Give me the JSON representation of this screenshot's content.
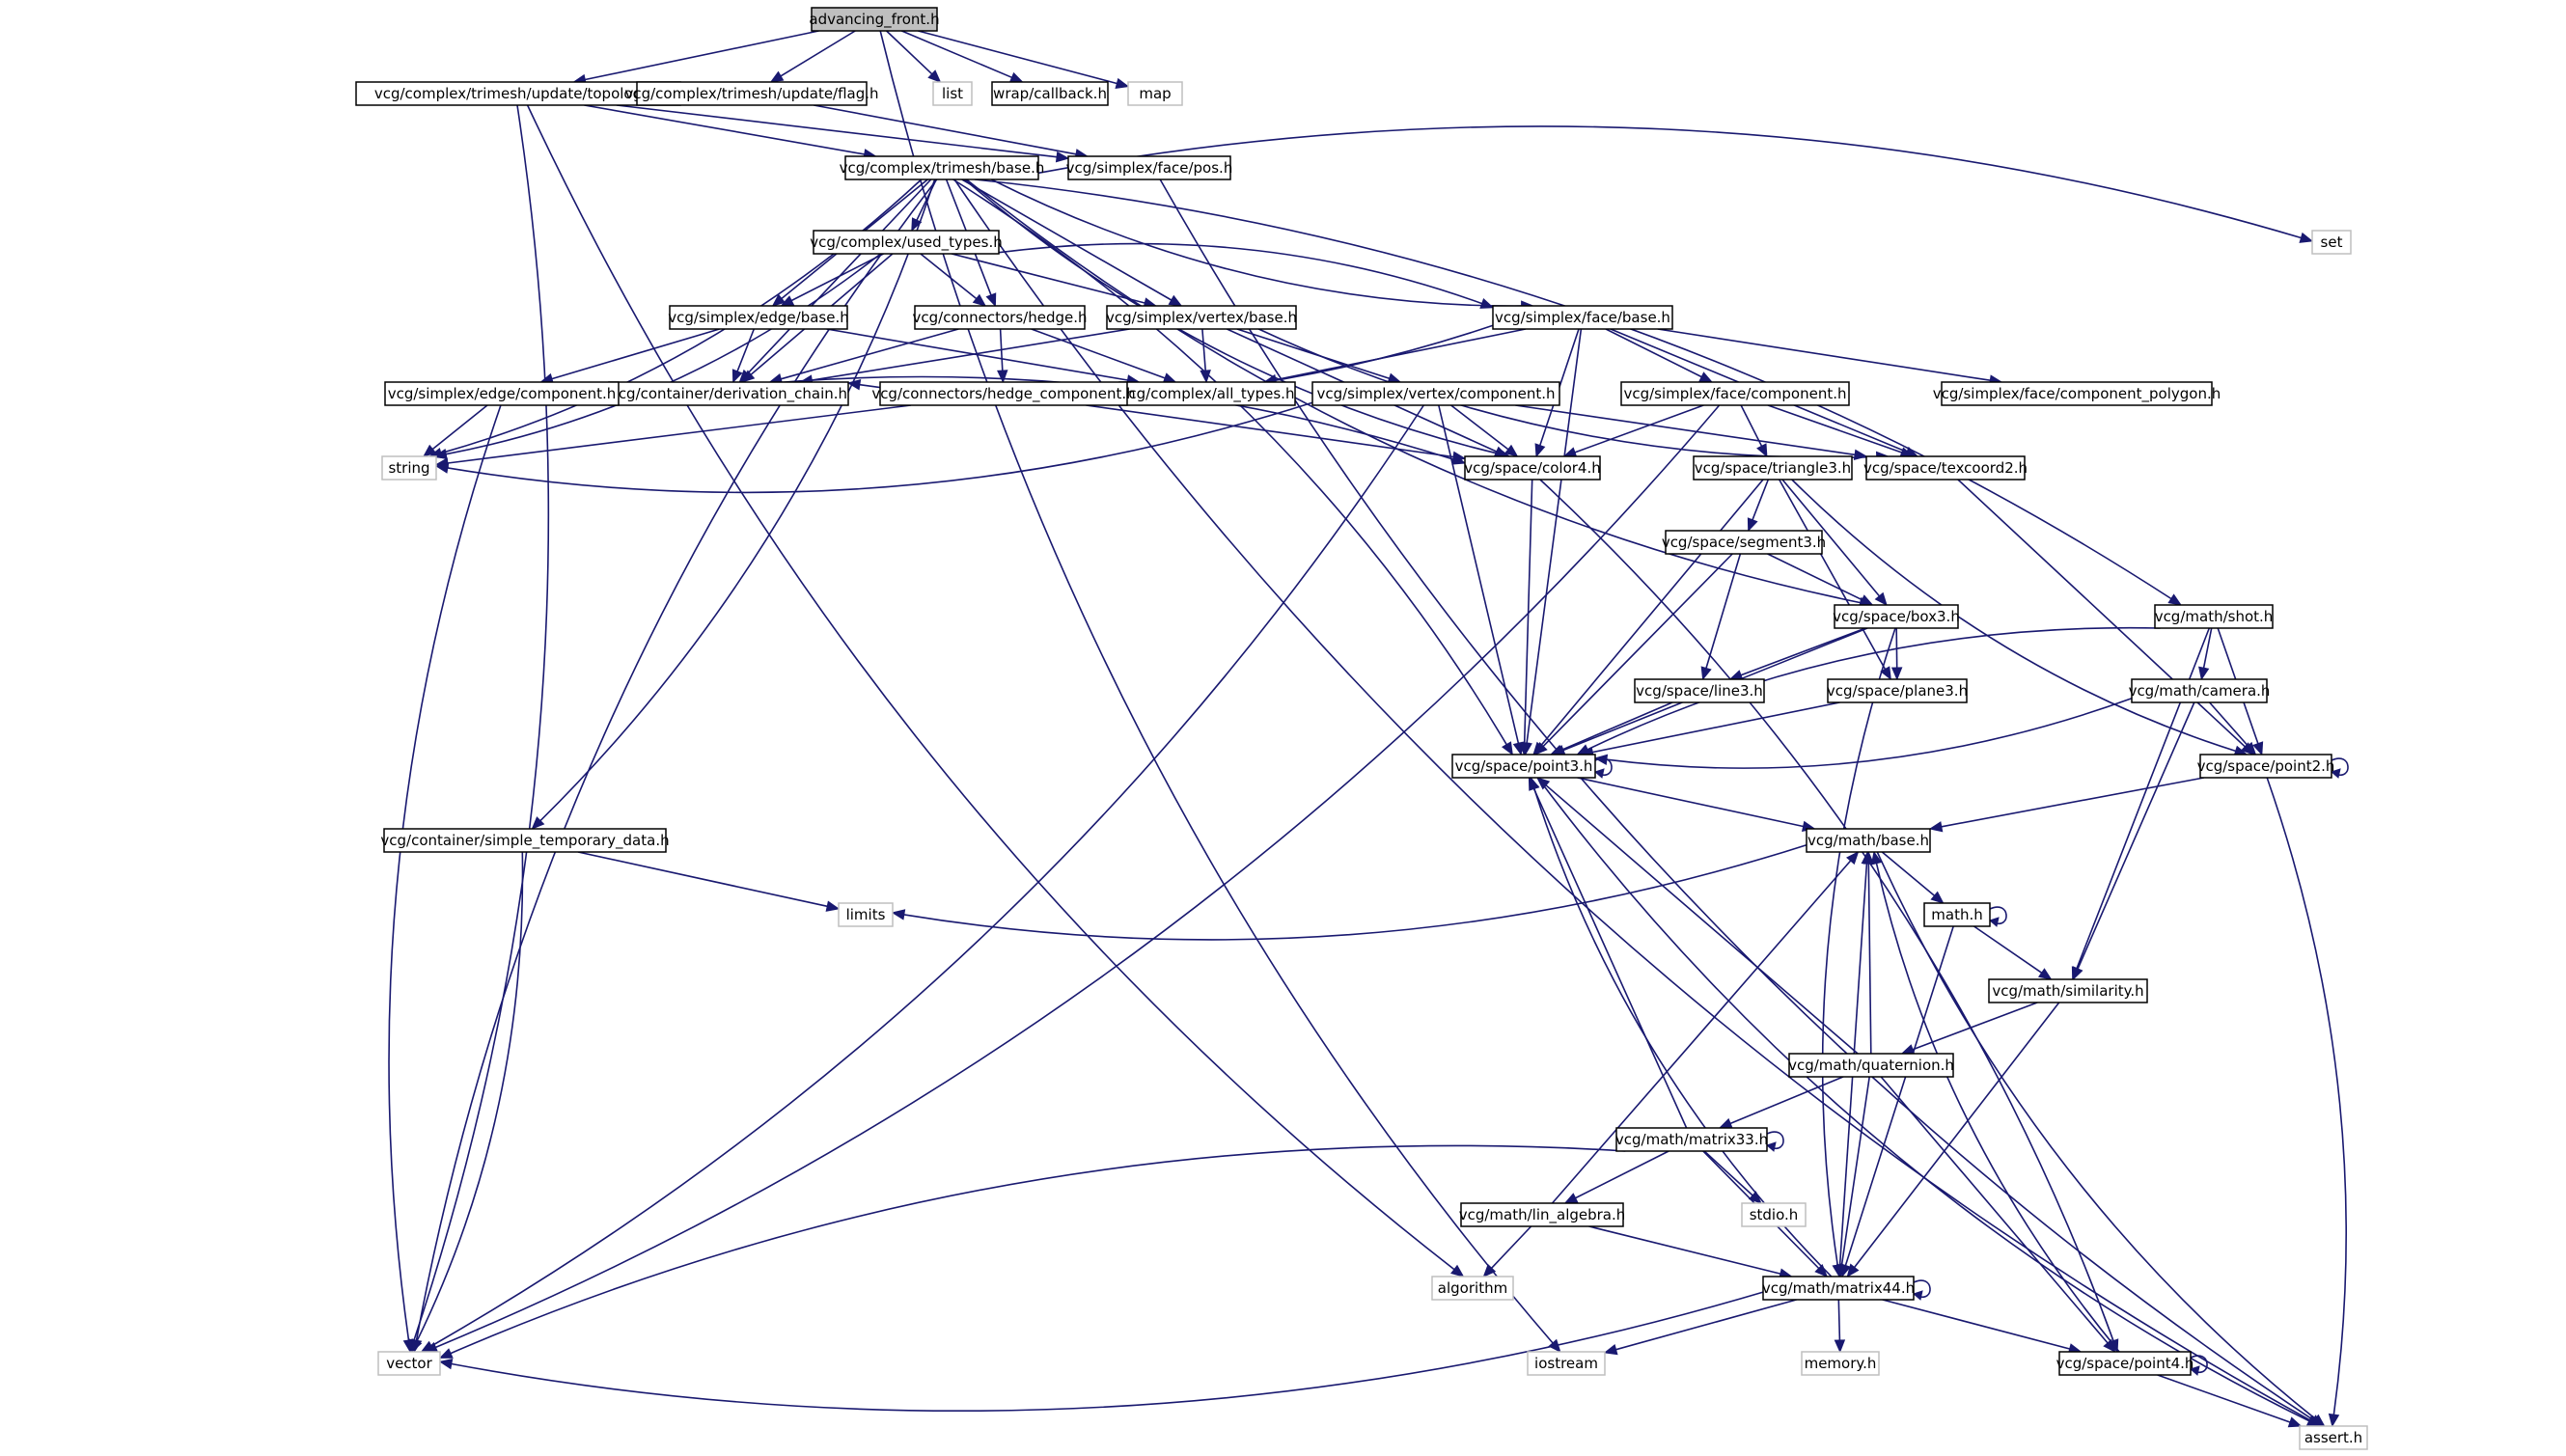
{
  "graph": {
    "edge_color": "#191970",
    "root_fill": "#bfbfbf",
    "system_border": "#bfbfbf",
    "nodes": [
      {
        "id": "advancing_front",
        "label": "advancing_front.h",
        "kind": "root"
      },
      {
        "id": "topology",
        "label": "vcg/complex/trimesh/update/topology.h",
        "kind": "project"
      },
      {
        "id": "flag",
        "label": "vcg/complex/trimesh/update/flag.h",
        "kind": "project"
      },
      {
        "id": "list",
        "label": "list",
        "kind": "system"
      },
      {
        "id": "callback",
        "label": "wrap/callback.h",
        "kind": "project"
      },
      {
        "id": "map",
        "label": "map",
        "kind": "system"
      },
      {
        "id": "trimesh_base",
        "label": "vcg/complex/trimesh/base.h",
        "kind": "project"
      },
      {
        "id": "face_pos",
        "label": "vcg/simplex/face/pos.h",
        "kind": "project"
      },
      {
        "id": "set",
        "label": "set",
        "kind": "system"
      },
      {
        "id": "used_types",
        "label": "vcg/complex/used_types.h",
        "kind": "project"
      },
      {
        "id": "face_base",
        "label": "vcg/simplex/face/base.h",
        "kind": "project"
      },
      {
        "id": "edge_base",
        "label": "vcg/simplex/edge/base.h",
        "kind": "project"
      },
      {
        "id": "hedge",
        "label": "vcg/connectors/hedge.h",
        "kind": "project"
      },
      {
        "id": "vertex_base",
        "label": "vcg/simplex/vertex/base.h",
        "kind": "project"
      },
      {
        "id": "derivation_chain",
        "label": "vcg/container/derivation_chain.h",
        "kind": "project"
      },
      {
        "id": "all_types",
        "label": "vcg/complex/all_types.h",
        "kind": "project"
      },
      {
        "id": "edge_component",
        "label": "vcg/simplex/edge/component.h",
        "kind": "project"
      },
      {
        "id": "hedge_component",
        "label": "vcg/connectors/hedge_component.h",
        "kind": "project"
      },
      {
        "id": "vertex_component",
        "label": "vcg/simplex/vertex/component.h",
        "kind": "project"
      },
      {
        "id": "face_component",
        "label": "vcg/simplex/face/component.h",
        "kind": "project"
      },
      {
        "id": "face_component_polygon",
        "label": "vcg/simplex/face/component_polygon.h",
        "kind": "project"
      },
      {
        "id": "string",
        "label": "string",
        "kind": "system"
      },
      {
        "id": "color4",
        "label": "vcg/space/color4.h",
        "kind": "project"
      },
      {
        "id": "triangle3",
        "label": "vcg/space/triangle3.h",
        "kind": "project"
      },
      {
        "id": "texcoord2",
        "label": "vcg/space/texcoord2.h",
        "kind": "project"
      },
      {
        "id": "segment3",
        "label": "vcg/space/segment3.h",
        "kind": "project"
      },
      {
        "id": "box3",
        "label": "vcg/space/box3.h",
        "kind": "project"
      },
      {
        "id": "shot",
        "label": "vcg/math/shot.h",
        "kind": "project"
      },
      {
        "id": "line3",
        "label": "vcg/space/line3.h",
        "kind": "project"
      },
      {
        "id": "plane3",
        "label": "vcg/space/plane3.h",
        "kind": "project"
      },
      {
        "id": "camera",
        "label": "vcg/math/camera.h",
        "kind": "project"
      },
      {
        "id": "point3",
        "label": "vcg/space/point3.h",
        "kind": "project"
      },
      {
        "id": "point2",
        "label": "vcg/space/point2.h",
        "kind": "project"
      },
      {
        "id": "simple_temporary_data",
        "label": "vcg/container/simple_temporary_data.h",
        "kind": "project"
      },
      {
        "id": "math_base",
        "label": "vcg/math/base.h",
        "kind": "project"
      },
      {
        "id": "limits",
        "label": "limits",
        "kind": "system"
      },
      {
        "id": "math_h",
        "label": "math.h",
        "kind": "project"
      },
      {
        "id": "similarity",
        "label": "vcg/math/similarity.h",
        "kind": "project"
      },
      {
        "id": "quaternion",
        "label": "vcg/math/quaternion.h",
        "kind": "project"
      },
      {
        "id": "matrix33",
        "label": "vcg/math/matrix33.h",
        "kind": "project"
      },
      {
        "id": "stdio",
        "label": "stdio.h",
        "kind": "system"
      },
      {
        "id": "lin_algebra",
        "label": "vcg/math/lin_algebra.h",
        "kind": "project"
      },
      {
        "id": "algorithm",
        "label": "algorithm",
        "kind": "system"
      },
      {
        "id": "matrix44",
        "label": "vcg/math/matrix44.h",
        "kind": "project"
      },
      {
        "id": "vector",
        "label": "vector",
        "kind": "system"
      },
      {
        "id": "iostream",
        "label": "iostream",
        "kind": "system"
      },
      {
        "id": "memory",
        "label": "memory.h",
        "kind": "system"
      },
      {
        "id": "point4",
        "label": "vcg/space/point4.h",
        "kind": "project"
      },
      {
        "id": "assert",
        "label": "assert.h",
        "kind": "system"
      }
    ],
    "edges": [
      [
        "advancing_front",
        "topology"
      ],
      [
        "advancing_front",
        "flag"
      ],
      [
        "advancing_front",
        "list"
      ],
      [
        "advancing_front",
        "callback"
      ],
      [
        "advancing_front",
        "map"
      ],
      [
        "advancing_front",
        "iostream"
      ],
      [
        "topology",
        "trimesh_base"
      ],
      [
        "topology",
        "face_pos"
      ],
      [
        "topology",
        "vector"
      ],
      [
        "topology",
        "algorithm"
      ],
      [
        "flag",
        "face_pos"
      ],
      [
        "face_pos",
        "assert"
      ],
      [
        "trimesh_base",
        "used_types"
      ],
      [
        "trimesh_base",
        "face_base"
      ],
      [
        "trimesh_base",
        "edge_base"
      ],
      [
        "trimesh_base",
        "hedge"
      ],
      [
        "trimesh_base",
        "vertex_base"
      ],
      [
        "trimesh_base",
        "derivation_chain"
      ],
      [
        "trimesh_base",
        "string"
      ],
      [
        "trimesh_base",
        "vector"
      ],
      [
        "trimesh_base",
        "set"
      ],
      [
        "trimesh_base",
        "box3"
      ],
      [
        "trimesh_base",
        "shot"
      ],
      [
        "trimesh_base",
        "assert"
      ],
      [
        "trimesh_base",
        "simple_temporary_data"
      ],
      [
        "trimesh_base",
        "color4"
      ],
      [
        "trimesh_base",
        "point3"
      ],
      [
        "used_types",
        "edge_base"
      ],
      [
        "used_types",
        "hedge"
      ],
      [
        "used_types",
        "vertex_base"
      ],
      [
        "used_types",
        "face_base"
      ],
      [
        "used_types",
        "derivation_chain"
      ],
      [
        "used_types",
        "string"
      ],
      [
        "edge_base",
        "derivation_chain"
      ],
      [
        "edge_base",
        "all_types"
      ],
      [
        "edge_base",
        "edge_component"
      ],
      [
        "hedge",
        "derivation_chain"
      ],
      [
        "hedge",
        "all_types"
      ],
      [
        "hedge",
        "hedge_component"
      ],
      [
        "vertex_base",
        "derivation_chain"
      ],
      [
        "vertex_base",
        "all_types"
      ],
      [
        "vertex_base",
        "vertex_component"
      ],
      [
        "vertex_base",
        "color4"
      ],
      [
        "vertex_base",
        "texcoord2"
      ],
      [
        "face_base",
        "derivation_chain"
      ],
      [
        "face_base",
        "all_types"
      ],
      [
        "face_base",
        "face_component"
      ],
      [
        "face_base",
        "face_component_polygon"
      ],
      [
        "face_base",
        "color4"
      ],
      [
        "face_base",
        "texcoord2"
      ],
      [
        "face_base",
        "point3"
      ],
      [
        "edge_component",
        "string"
      ],
      [
        "edge_component",
        "color4"
      ],
      [
        "edge_component",
        "vector"
      ],
      [
        "hedge_component",
        "string"
      ],
      [
        "hedge_component",
        "color4"
      ],
      [
        "vertex_component",
        "string"
      ],
      [
        "vertex_component",
        "color4"
      ],
      [
        "vertex_component",
        "texcoord2"
      ],
      [
        "vertex_component",
        "point3"
      ],
      [
        "vertex_component",
        "vector"
      ],
      [
        "face_component",
        "color4"
      ],
      [
        "face_component",
        "triangle3"
      ],
      [
        "face_component",
        "texcoord2"
      ],
      [
        "face_component",
        "vector"
      ],
      [
        "color4",
        "point3"
      ],
      [
        "color4",
        "point4"
      ],
      [
        "triangle3",
        "segment3"
      ],
      [
        "triangle3",
        "box3"
      ],
      [
        "triangle3",
        "plane3"
      ],
      [
        "triangle3",
        "point3"
      ],
      [
        "triangle3",
        "point2"
      ],
      [
        "texcoord2",
        "point2"
      ],
      [
        "segment3",
        "box3"
      ],
      [
        "segment3",
        "line3"
      ],
      [
        "segment3",
        "point3"
      ],
      [
        "box3",
        "line3"
      ],
      [
        "box3",
        "plane3"
      ],
      [
        "box3",
        "point3"
      ],
      [
        "box3",
        "matrix44"
      ],
      [
        "shot",
        "camera"
      ],
      [
        "shot",
        "point2"
      ],
      [
        "shot",
        "similarity"
      ],
      [
        "shot",
        "point3"
      ],
      [
        "camera",
        "point3"
      ],
      [
        "camera",
        "point2"
      ],
      [
        "camera",
        "similarity"
      ],
      [
        "line3",
        "point3"
      ],
      [
        "plane3",
        "point3"
      ],
      [
        "point3",
        "point3"
      ],
      [
        "point3",
        "math_base"
      ],
      [
        "point3",
        "assert"
      ],
      [
        "point2",
        "point2"
      ],
      [
        "point2",
        "math_base"
      ],
      [
        "point2",
        "assert"
      ],
      [
        "simple_temporary_data",
        "limits"
      ],
      [
        "simple_temporary_data",
        "vector"
      ],
      [
        "math_base",
        "math_h"
      ],
      [
        "math_base",
        "limits"
      ],
      [
        "math_base",
        "assert"
      ],
      [
        "math_h",
        "math_h"
      ],
      [
        "math_h",
        "similarity"
      ],
      [
        "math_h",
        "matrix44"
      ],
      [
        "similarity",
        "quaternion"
      ],
      [
        "similarity",
        "matrix44"
      ],
      [
        "quaternion",
        "math_base"
      ],
      [
        "quaternion",
        "point3"
      ],
      [
        "quaternion",
        "matrix33"
      ],
      [
        "quaternion",
        "matrix44"
      ],
      [
        "quaternion",
        "point4"
      ],
      [
        "matrix33",
        "matrix33"
      ],
      [
        "matrix33",
        "stdio"
      ],
      [
        "matrix33",
        "lin_algebra"
      ],
      [
        "matrix33",
        "matrix44"
      ],
      [
        "matrix33",
        "point3"
      ],
      [
        "matrix33",
        "vector"
      ],
      [
        "lin_algebra",
        "algorithm"
      ],
      [
        "lin_algebra",
        "matrix44"
      ],
      [
        "lin_algebra",
        "math_base"
      ],
      [
        "matrix44",
        "matrix44"
      ],
      [
        "matrix44",
        "memory"
      ],
      [
        "matrix44",
        "iostream"
      ],
      [
        "matrix44",
        "vector"
      ],
      [
        "matrix44",
        "point4"
      ],
      [
        "matrix44",
        "point3"
      ],
      [
        "matrix44",
        "math_base"
      ],
      [
        "point4",
        "point4"
      ],
      [
        "point4",
        "assert"
      ],
      [
        "point4",
        "math_base"
      ]
    ]
  }
}
